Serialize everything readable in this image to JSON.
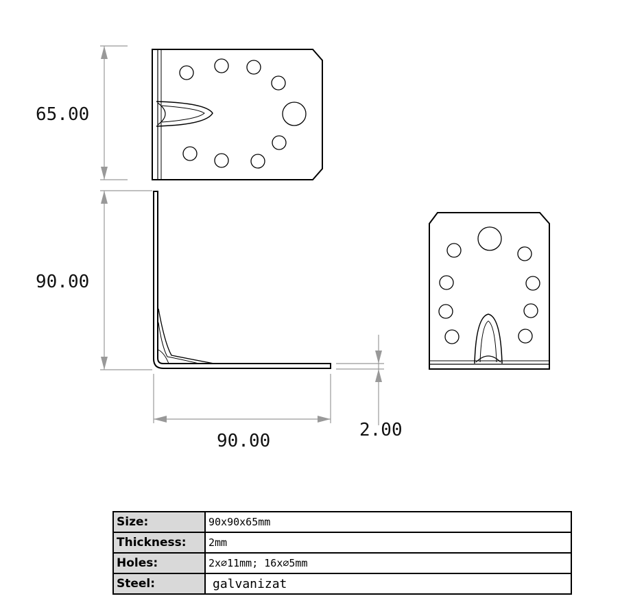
{
  "dimensions": {
    "top_height": "65.00",
    "side_height": "90.00",
    "side_width": "90.00",
    "thickness": "2.00"
  },
  "specs": [
    {
      "key": "Size:",
      "value": "90x90x65mm"
    },
    {
      "key": "Thickness:",
      "value": "2mm"
    },
    {
      "key": "Holes:",
      "value": "2x∅11mm; 16x∅5mm"
    },
    {
      "key": "Steel:",
      "value": "galvanizat"
    }
  ]
}
